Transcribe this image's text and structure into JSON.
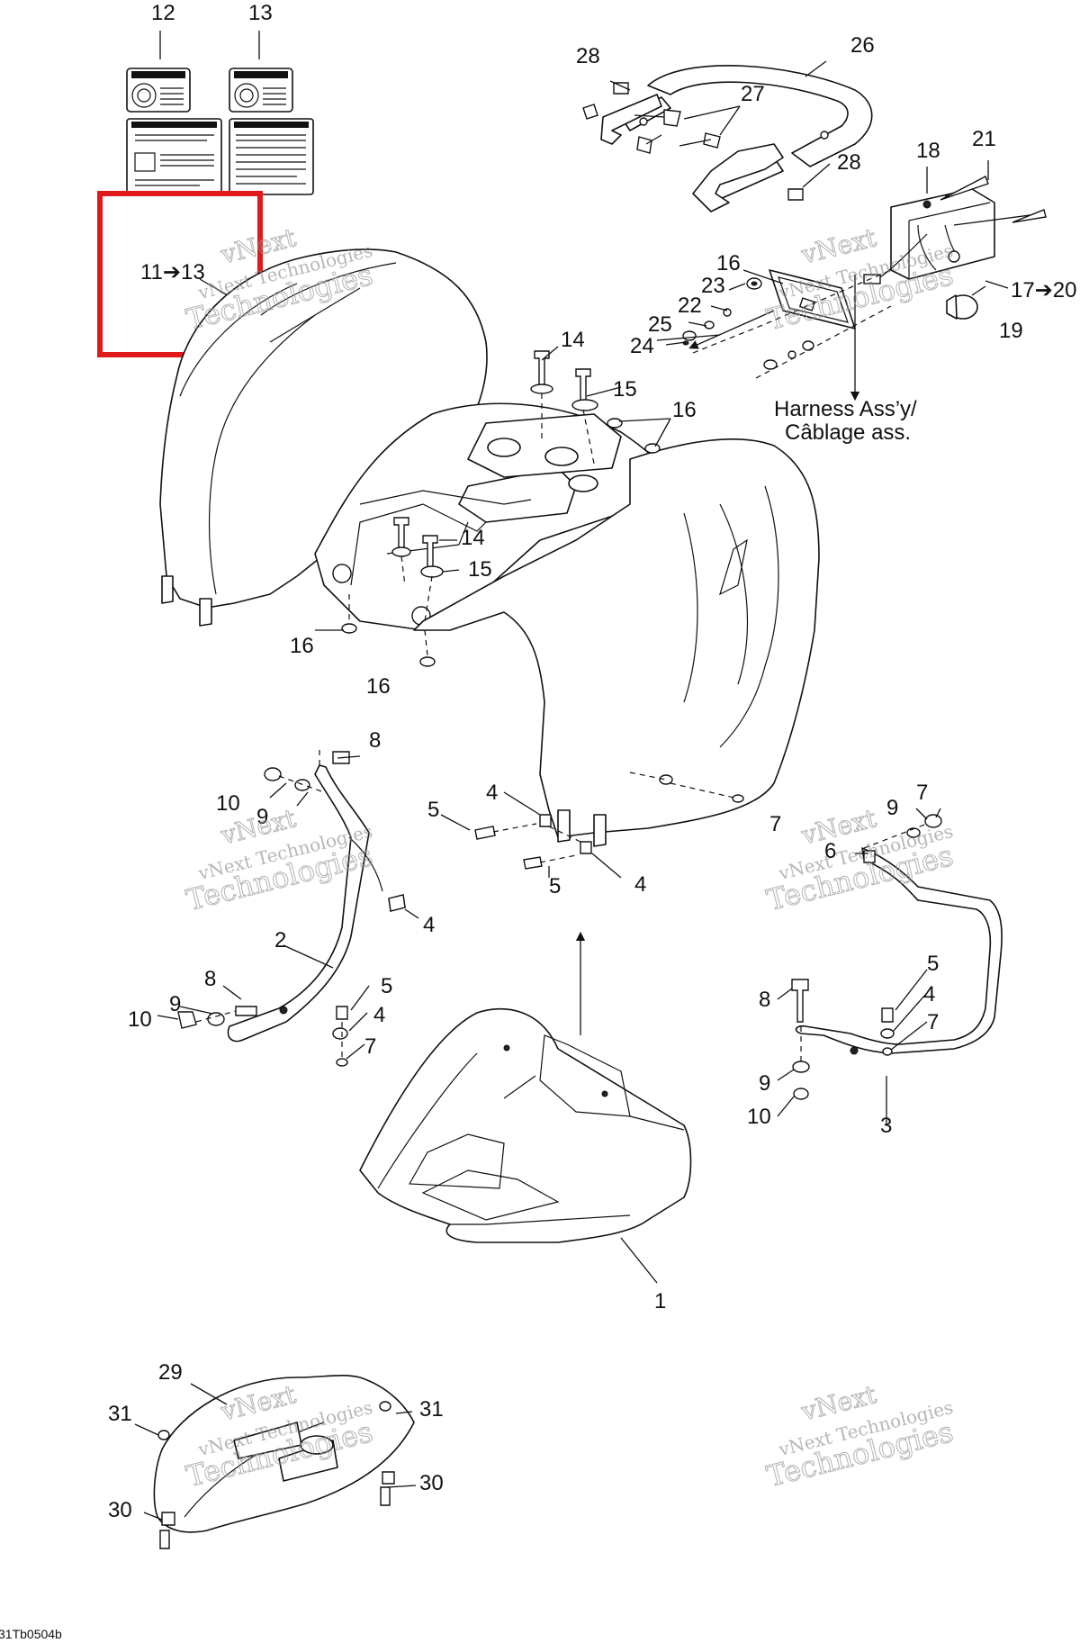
{
  "diagram_code": "31Tb0504b",
  "harness_label": {
    "line1": "Harness Ass’y/",
    "line2": "Câblage ass."
  },
  "watermark": {
    "line1": "vNext",
    "line2": "vNext Technologies",
    "line3": "Technologies"
  },
  "highlight_label": "11➔13",
  "range_label_17": "17➔20",
  "callouts": [
    "1",
    "2",
    "3",
    "4",
    "5",
    "6",
    "7",
    "8",
    "9",
    "10",
    "12",
    "13",
    "14",
    "15",
    "16",
    "18",
    "19",
    "21",
    "22",
    "23",
    "24",
    "25",
    "26",
    "27",
    "28",
    "29",
    "30",
    "31"
  ],
  "colors": {
    "highlight": "#e0191b",
    "line": "#111111",
    "watermark": "#9a9a9a"
  }
}
